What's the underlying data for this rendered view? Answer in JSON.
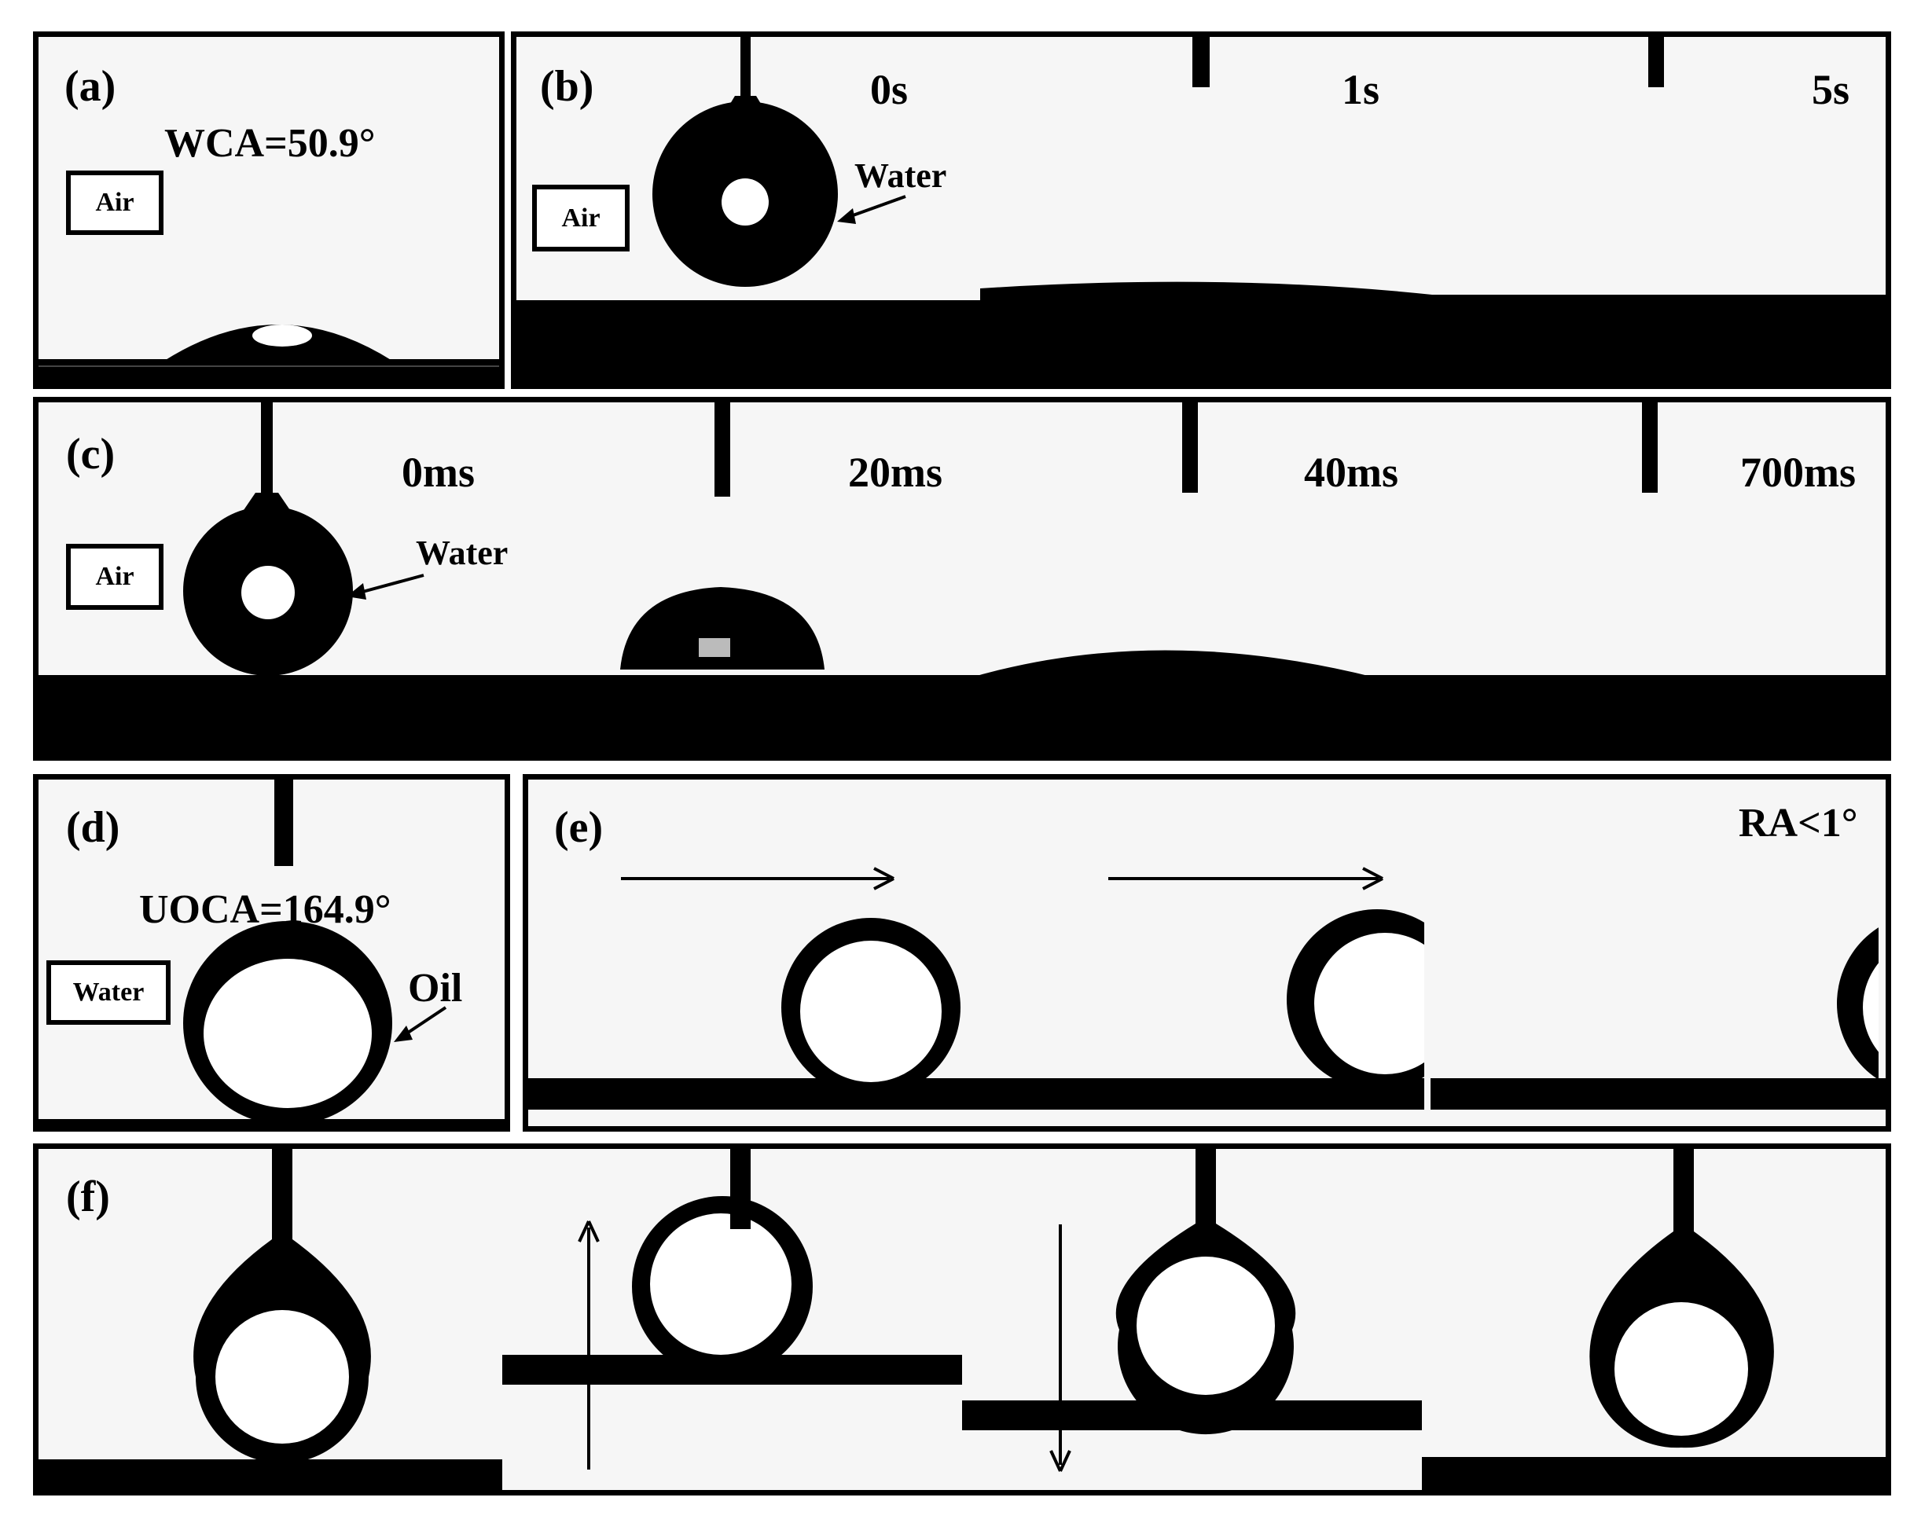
{
  "panels": {
    "a": {
      "label": "(a)",
      "measurement": "WCA=50.9°",
      "medium": "Air"
    },
    "b": {
      "label": "(b)",
      "times": [
        "0s",
        "1s",
        "5s"
      ],
      "annotation": "Water",
      "medium": "Air"
    },
    "c": {
      "label": "(c)",
      "times": [
        "0ms",
        "20ms",
        "40ms",
        "700ms"
      ],
      "annotation": "Water",
      "medium": "Air"
    },
    "d": {
      "label": "(d)",
      "measurement": "UOCA=164.9°",
      "annotation": "Oil",
      "medium": "Water"
    },
    "e": {
      "label": "(e)",
      "measurement": "RA<1°"
    },
    "f": {
      "label": "(f)"
    }
  }
}
